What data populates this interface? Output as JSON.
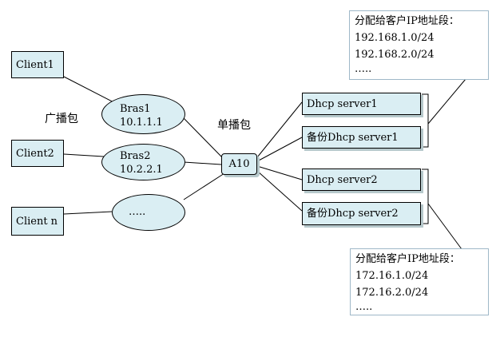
{
  "clients": [
    {
      "label": "Client1"
    },
    {
      "label": "Client2"
    },
    {
      "label": "Client  n"
    }
  ],
  "bras": [
    {
      "name": "Bras1",
      "ip": "10.1.1.1"
    },
    {
      "name": "Bras2",
      "ip": "10.2.2.1"
    },
    {
      "name": "…..",
      "ip": ""
    }
  ],
  "labels": {
    "broadcast": "广播包",
    "unicast": "单播包"
  },
  "a10": {
    "label": "A10"
  },
  "servers": [
    {
      "label": "Dhcp  server1"
    },
    {
      "label": "备份Dhcp  server1"
    },
    {
      "label": "Dhcp  server2"
    },
    {
      "label": "备份Dhcp  server2"
    }
  ],
  "notes": [
    {
      "title": "分配给客户IP地址段：",
      "lines": [
        "192.168.1.0/24",
        "192.168.2.0/24",
        "….."
      ]
    },
    {
      "title": "分配给客户IP地址段：",
      "lines": [
        "172.16.1.0/24",
        "172.16.2.0/24",
        "….."
      ]
    }
  ],
  "colors": {
    "node_fill": "#daeef3",
    "line": "#000000",
    "note_border": "#9fb8c8"
  }
}
